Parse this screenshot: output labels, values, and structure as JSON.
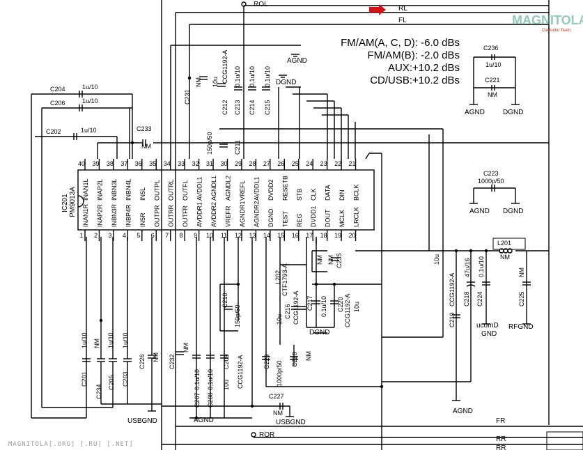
{
  "ic": {
    "ref": "IC201",
    "part": "PM9013A"
  },
  "pins_top": [
    "40",
    "39",
    "38",
    "37",
    "36",
    "35",
    "34",
    "33",
    "32",
    "31",
    "30",
    "29",
    "28",
    "27",
    "26",
    "25",
    "24",
    "23",
    "22",
    "21"
  ],
  "pins_bottom": [
    "1",
    "2",
    "3",
    "4",
    "5",
    "6",
    "7",
    "8",
    "9",
    "10",
    "11",
    "12",
    "13",
    "14",
    "15",
    "16",
    "17",
    "18",
    "19",
    "20"
  ],
  "pin_names_top": [
    "INAN1L",
    "INAP2L",
    "INBN3L",
    "INBN4L",
    "IN5L",
    "OUTPL",
    "OUTRL",
    "OUTFL",
    "AVDDL1",
    "AGNDL1",
    "AGNDL2",
    "VREFL",
    "AVDDL1",
    "DVDD2",
    "RESETB",
    "STB",
    "CLK",
    "DATA",
    "DIN",
    "BCLK"
  ],
  "pin_names_bottom": [
    "INAN1R",
    "INAP2R",
    "INBN3R",
    "INBP4R",
    "IN5R",
    "OUTPR",
    "OUTRR",
    "OUTFR",
    "AVDDR1",
    "AVDDR2",
    "VREFR",
    "AGNDR1",
    "AGNDR2",
    "DGND",
    "TEST",
    "REG",
    "DVDD1",
    "DOUT",
    "MCLK",
    "LRCLK"
  ],
  "levels": [
    "FM/AM(A, C, D): -6.0 dBs",
    "FM/AM(B): -2.0 dBs",
    "AUX:+10.2 dBs",
    "CD/USB:+10.2 dBs"
  ],
  "nets": {
    "rol": "ROL",
    "ror": "ROR",
    "rl": "RL",
    "fl": "FL",
    "fr": "FR",
    "rr1": "RR",
    "rr2": "RR"
  },
  "gnd": {
    "agnd_a": "AGND",
    "agnd_b": "AGND",
    "agnd_c": "AGND",
    "agnd_d": "AGND",
    "dgnd_a": "DGND",
    "dgnd_b": "DGND",
    "dgnd_c": "DGND",
    "dgnd_d": "DGND",
    "usbgnd_a": "USBGND",
    "usbgnd_b": "USBGND",
    "ucomd": "ucomD",
    "gnd": "GND",
    "rfgnd": "RFGND"
  },
  "caps": {
    "c204": "C204",
    "c204v": "1u/10",
    "c206": "C206",
    "c206v": "1u/10",
    "c202": "C202",
    "c202v": "1u/10",
    "c233": "C233",
    "c233v": "NM",
    "c231": "C231",
    "c231v": "NM",
    "c212": "C212",
    "c212v": "10u",
    "c213": "C213",
    "c213v": "0.1u/10",
    "c214": "C214",
    "c214v": "0.1u/10",
    "c215": "C215",
    "c215v": "0.1u/10",
    "c211": "C211",
    "c211v": "150p/50",
    "ccg1": "CCG1192-A",
    "c236": "C236",
    "c236v": "1u/10",
    "c221": "C221",
    "c221v": "NM",
    "c223": "C223",
    "c223v": "1000p/50",
    "c201": "C201",
    "c201v": "1u/10",
    "c234": "C234",
    "c234v": "NM",
    "c205": "C205",
    "c205v": "1u/10",
    "c203": "C203",
    "c203v": "1u/10",
    "c226": "C226",
    "c226v": "NM",
    "c232": "C232",
    "c232v": "NM",
    "c207": "C207",
    "c207v": "0.1u/10",
    "c208": "C208",
    "c208v": "0.1u/10",
    "c209": "C209",
    "c209v": "10u",
    "ccg2": "CCG1192-A",
    "c210": "C210",
    "c210v": "150p/50",
    "c227": "C227",
    "c227v": "NM",
    "c229": "C229",
    "c229v": "1000p/50",
    "c228": "C228",
    "c228v": "NM",
    "c216": "C216",
    "c216v": "10u",
    "ccg3": "CCG1192-A",
    "c217": "C217",
    "c217v": "0.1u/10",
    "c220": "C220",
    "c220v": "10u",
    "ccg4": "CCG1192-A",
    "c235": "C235",
    "c235v": "NM",
    "c219": "C219",
    "c219v": "10u",
    "ccg5": "CCG1192-A",
    "c218": "C218",
    "c218v": "47u/16",
    "c224": "C224",
    "c224v": "0.1u/10",
    "c225": "C225",
    "c225v": "NM",
    "l201": "L201",
    "l201v": "NM",
    "l202": "L202",
    "l202v": "CTF1793-A",
    "nm18": "NM"
  },
  "watermark": "MAGNITOLA[.ORG] [.RU] [.NET]",
  "logo": "MAGNITOLA",
  "logo_sub": "CarAudio Team"
}
